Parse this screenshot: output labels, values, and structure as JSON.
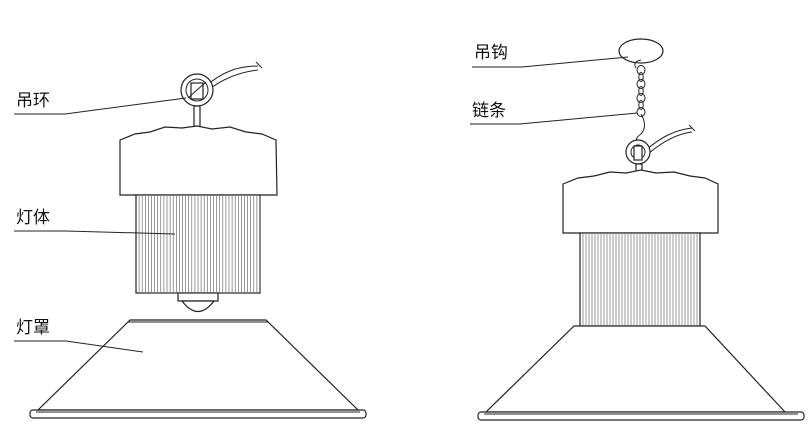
{
  "labels": {
    "ring": "吊环",
    "body": "灯体",
    "shade": "灯罩",
    "hook": "吊钩",
    "chain": "链条"
  },
  "colors": {
    "line": "#222222",
    "fin": "#555555",
    "background": "#ffffff"
  }
}
